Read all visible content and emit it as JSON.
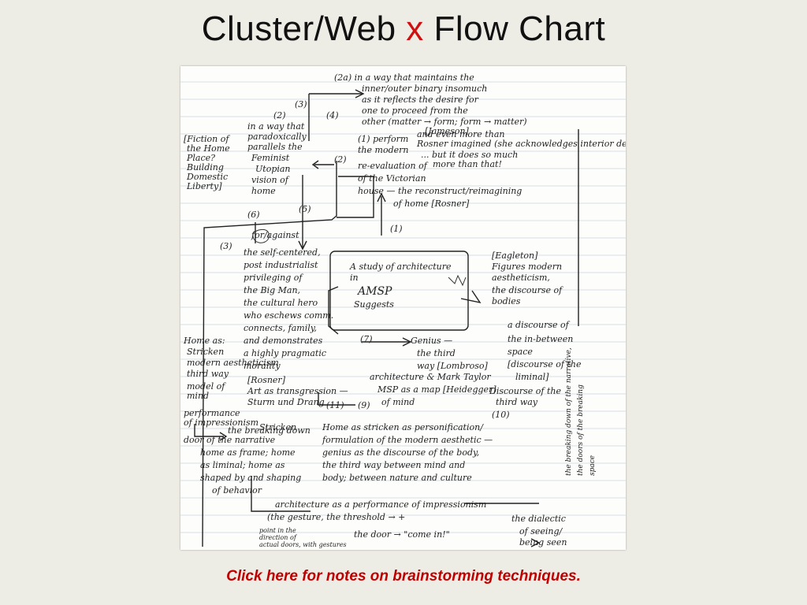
{
  "slide": {
    "title_part1": "Cluster/Web ",
    "title_accent": "x",
    "title_part2": " Flow Chart",
    "accent_color": "#d01010"
  },
  "image": {
    "type": "scanned handwritten brainstorming notes",
    "notes": [
      "(2a) in a way that maintains the inner/outer binary insomuch as it reflects the desire for one to proceed from the other (matter → form; form → matter)",
      "[Jameson]",
      "(3)",
      "(4)",
      "(2)",
      "in a way that paradoxically parallels the Feminist Utopian vision of home",
      "[Fiction of the Home Place? Building Domestic Liberty]",
      "(1) performs the modern re-evaluation of the Victorian house — the reconstruct/reimagining of home [Rosner]",
      "and even more than Rosner imagined (she acknowledges interior design) ... but it does so much more than that!",
      "(1)",
      "(5)",
      "(6)",
      "(3)",
      "(6) for/against the self-centered, post industrialist privileging of the Big Man, the cultural hero who eschews comm. connects, family, and demonstrates a highly pragmatic morality",
      "A study of architecture in AMSP",
      "Suggests",
      "[Eagleton] Figures modern aestheticism, the discourse of bodies",
      "a discourse of the in-between space",
      "[discourse of the liminal]",
      "Home as: Stricken ... modern aestheticism third way, model of mind",
      "(7) Genius — the third way [Lombroso] Mark Taylor, architecture & [Heidegger] MSP as a map of mind",
      "[Rosner] Art as transgression — Sturm und Drang",
      "Discourse of the third way (10)",
      "(11) (9)",
      "performance of impressionism → the breaking down of the narrative",
      "Home as stricken as personification / formulation of the modern aesthetic — home as frame; home genius as the discourse of the body, as liminal; home as the third way between mind and shaped by and shaping body; between nature and culture of behavior",
      "architecture as a performance of impressionism (the gesture, the threshold → the door → 'come in!')",
      "the dialectic of seeing/being seen",
      "point in the direction of actual doors, with gestures",
      "the breaking down of the narrative, the doors of the breaking space"
    ]
  },
  "link": {
    "label": "Click here for notes on brainstorming techniques.",
    "color": "#c00000"
  }
}
